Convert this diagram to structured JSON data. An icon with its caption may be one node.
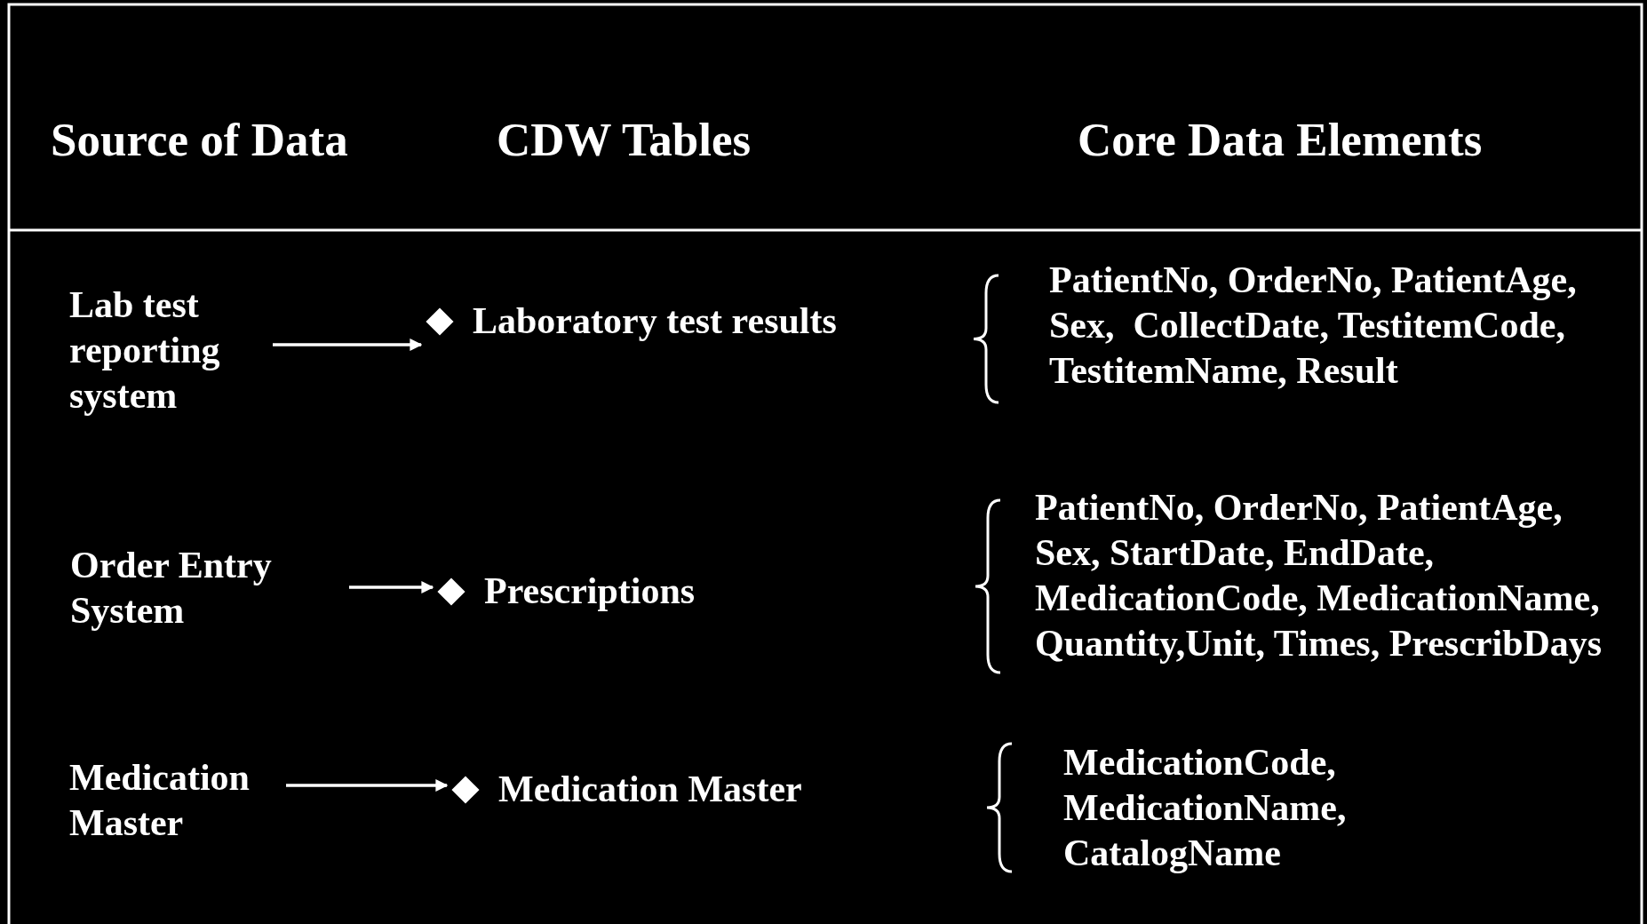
{
  "diagram": {
    "nodes": [
      {
        "text": [
          "Lab test reporting system"
        ]
      },
      {
        "text": [
          "Laboratory test results"
        ]
      },
      {
        "text": [
          "Order Entry System"
        ]
      },
      {
        "text": [
          "Prescriptions"
        ]
      },
      {
        "text": [
          "Medication Master"
        ]
      },
      {
        "text": [
          "Medication Master"
        ]
      }
    ],
    "edges": [
      {
        "from": 0,
        "to": 1,
        "arrow": "to"
      },
      {
        "from": 2,
        "to": 3,
        "arrow": "to"
      },
      {
        "from": 4,
        "to": 5,
        "arrow": "to"
      }
    ],
    "labels": [
      "Source of Data",
      "CDW Tables",
      "Core Data Elements",
      "PatientNo, OrderNo, PatientAge, Sex,  CollectDate, TestitemCode, TestitemName, Result",
      "PatientNo, OrderNo, PatientAge, Sex, StartDate, EndDate, MedicationCode, MedicationName, Quantity,Unit, Times, PrescribDays",
      "MedicationCode, MedicationName, CatalogName"
    ]
  }
}
